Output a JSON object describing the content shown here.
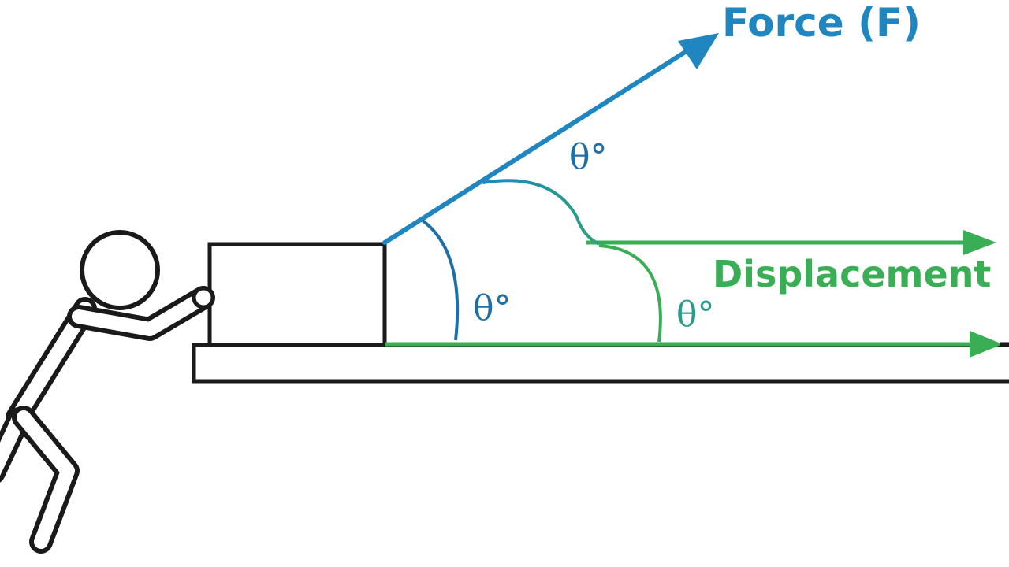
{
  "labels": {
    "force": "Force (F)",
    "displacement": "Displacement",
    "theta_top": "θ°",
    "theta_box": "θ°",
    "theta_right": "θ°"
  },
  "colors": {
    "force": "#1f86c0",
    "force_dark": "#1e6fa8",
    "displacement": "#3aae55",
    "teal": "#2a9c8a",
    "outline": "#1a1a1a"
  }
}
